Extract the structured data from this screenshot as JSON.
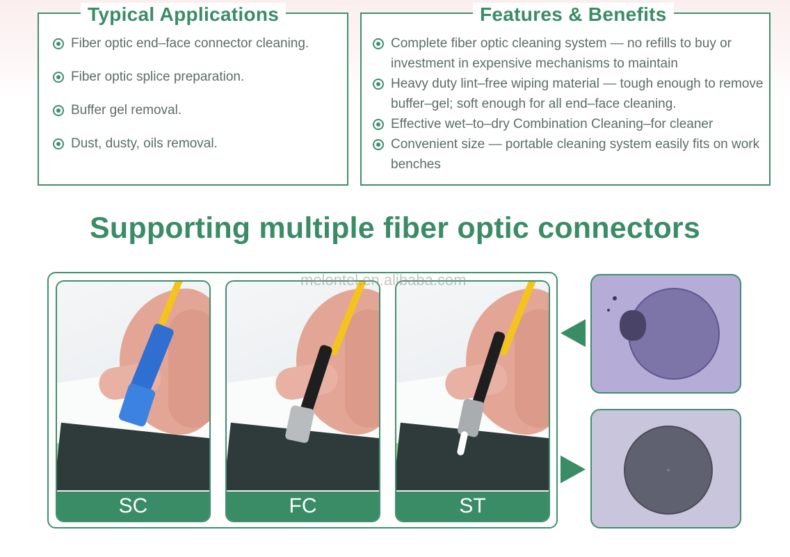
{
  "applications": {
    "title": "Typical Applications",
    "items": [
      "Fiber optic end–face connector cleaning.",
      "Fiber optic splice preparation.",
      "Buffer gel removal.",
      "Dust, dusty, oils removal."
    ]
  },
  "features": {
    "title": "Features & Benefits",
    "items": [
      "Complete fiber optic cleaning system — no refills to buy or investment in expensive mechanisms to maintain",
      "Heavy duty lint–free wiping material — tough enough to remove buffer–gel; soft enough for all end–face cleaning.",
      "Effective wet–to–dry Combination Cleaning–for cleaner",
      "Convenient size — portable cleaning system easily fits on work benches"
    ]
  },
  "headline": "Supporting multiple fiber optic connectors",
  "connectors": [
    {
      "label": "SC"
    },
    {
      "label": "FC"
    },
    {
      "label": "ST"
    }
  ],
  "watermark": "melontel.en.alibaba.com",
  "colors": {
    "brand_green": "#3a8c66",
    "body_text": "#5c6d66"
  }
}
